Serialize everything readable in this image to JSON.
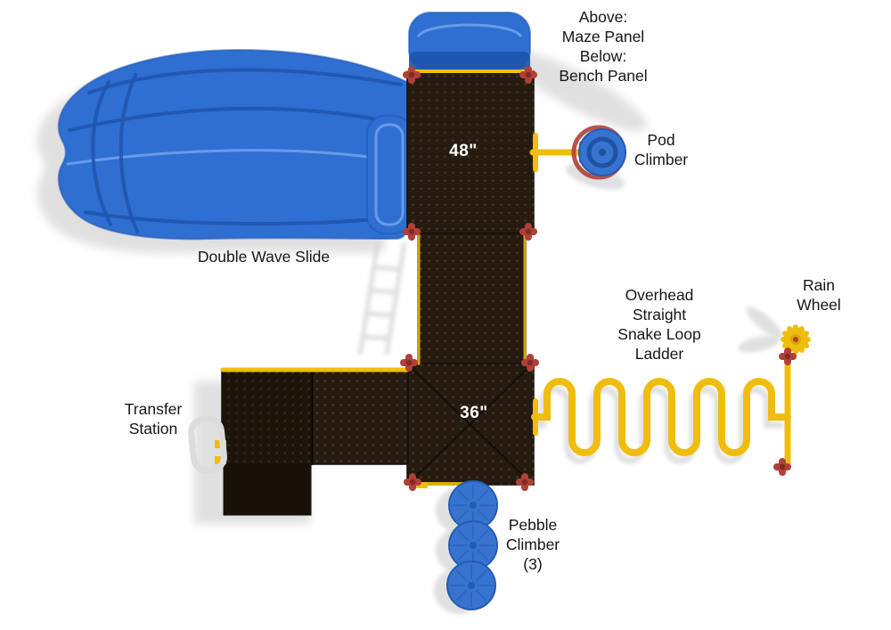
{
  "diagram": {
    "type": "playground-equipment-top-view",
    "deck_labels": {
      "upper": "48\"",
      "lower": "36\""
    },
    "labels": {
      "panels": [
        "Above:",
        "Maze Panel",
        "Below:",
        "Bench Panel"
      ],
      "pod_climber": [
        "Pod",
        "Climber"
      ],
      "double_wave_slide": [
        "Double Wave Slide"
      ],
      "overhead_ladder": [
        "Overhead",
        "Straight",
        "Snake Loop",
        "Ladder"
      ],
      "rain_wheel": [
        "Rain",
        "Wheel"
      ],
      "transfer_station": [
        "Transfer",
        "Station"
      ],
      "pebble_climber": [
        "Pebble",
        "Climber",
        "(3)"
      ]
    }
  },
  "colors": {
    "bg": "#ffffff",
    "slide_blue": "#2f6fd2",
    "slide_ridge": "#1d55ae",
    "platform_dark": "#261b10",
    "platform_dot": "#4a3a26",
    "post_yellow": "#f0bd0e",
    "connector_red": "#b04038",
    "pebble_blue": "#3774cf",
    "shadow_gray": "#d6d6d6",
    "text": "#161616"
  }
}
